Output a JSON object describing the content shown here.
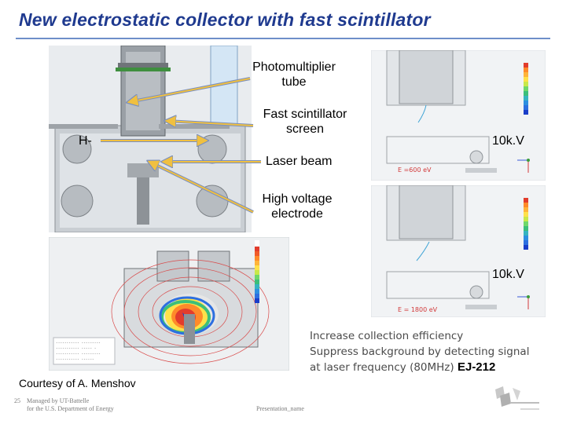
{
  "slide": {
    "title": "New electrostatic collector with fast scintillator",
    "footer_credit": "Courtesy of A. Menshov",
    "footer_page": "25",
    "footer_managed_1": "Managed by UT-Battelle",
    "footer_managed_2": "for the U.S. Department of Energy",
    "footer_presentation": "Presentation_name"
  },
  "labels": {
    "pmt_line1": "Photomultiplier",
    "pmt_line2": "tube",
    "scint_line1": "Fast scintillator",
    "scint_line2": "screen",
    "hminus": "H-",
    "laser": "Laser beam",
    "hv_line1": "High voltage",
    "hv_line2": "electrode",
    "voltage_top": "10k.V",
    "voltage_bottom": "10k.V",
    "energy_top": "E   =600 eV",
    "energy_bottom": "E   = 1800 eV"
  },
  "bullets": {
    "line1": "Increase collection efficiency",
    "line2": "Suppress background by detecting signal",
    "line3": "at laser frequency (80MHz)",
    "product": "EJ-212"
  },
  "colors": {
    "title": "#1f3a8f",
    "arrow": "#f0c040",
    "arrow_stroke": "#7a8fbf"
  }
}
